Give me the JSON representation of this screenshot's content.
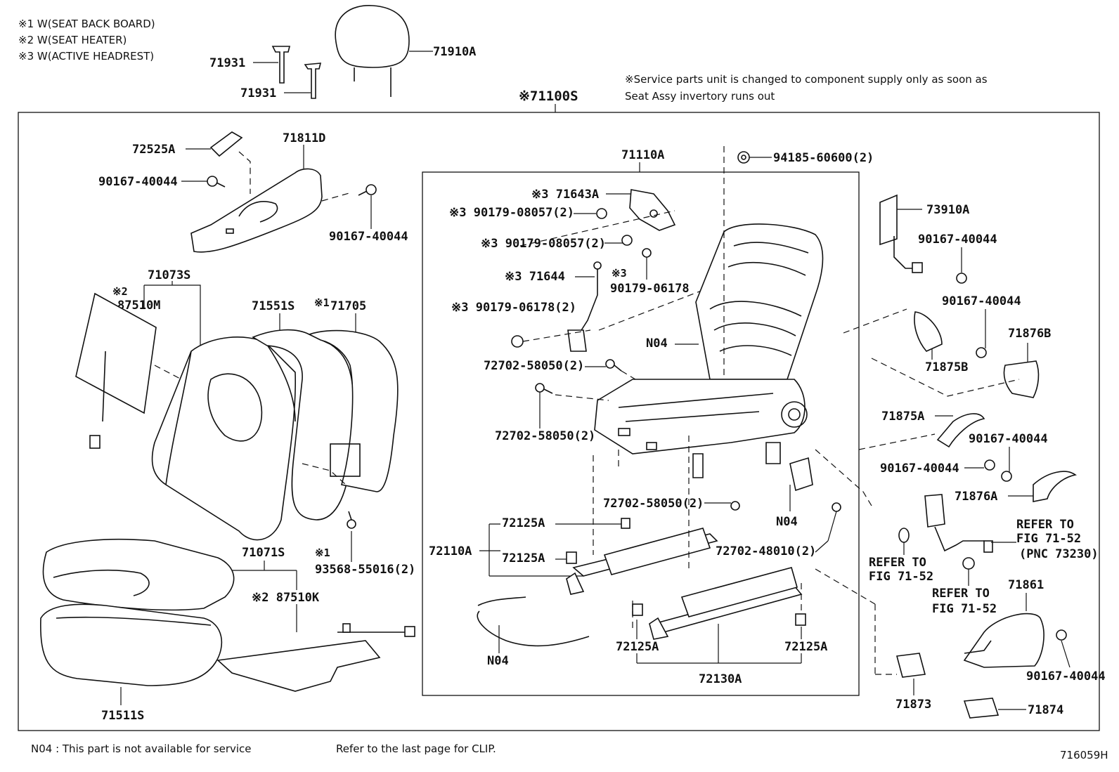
{
  "legend": [
    "※1 W(SEAT BACK BOARD)",
    "※2 W(SEAT HEATER)",
    "※3 W(ACTIVE HEADREST)"
  ],
  "service_note": [
    "※Service parts unit is changed to component supply only as soon as",
    "Seat Assy invertory runs out"
  ],
  "assembly_label": "※71100S",
  "parts": {
    "p71910A": "71910A",
    "p71931a": "71931",
    "p71931b": "71931",
    "p72525A": "72525A",
    "p71811D": "71811D",
    "p90167_40044_a": "90167-40044",
    "p90167_40044_b": "90167-40044",
    "p71073S": "71073S",
    "m87510M": "※2",
    "p87510M": "87510M",
    "p71551S": "71551S",
    "m71705": "※1",
    "p71705": "71705",
    "m93568": "※1",
    "p93568": "93568-55016(2)",
    "p71071S": "71071S",
    "p87510K": "※2 87510K",
    "p71511S": "71511S",
    "p71110A": "71110A",
    "p94185": "94185-60600(2)",
    "p71643A": "※3 71643A",
    "p90179_08057_a": "※3 90179-08057(2)",
    "p90179_08057_b": "※3 90179-08057(2)",
    "p71644": "※3 71644",
    "m90179_06178_a": "※3",
    "p90179_06178_a": "90179-06178",
    "p90179_06178_b": "※3 90179-06178(2)",
    "pN04_a": "N04",
    "p72702_58050_a": "72702-58050(2)",
    "p72702_58050_b": "72702-58050(2)",
    "p72702_58050_c": "72702-58050(2)",
    "pN04_b": "N04",
    "p72702_48010": "72702-48010(2)",
    "p72125A_a": "72125A",
    "p72110A": "72110A",
    "p72125A_b": "72125A",
    "pN04_c": "N04",
    "p72125A_c": "72125A",
    "p72125A_d": "72125A",
    "p72130A": "72130A",
    "p73910A": "73910A",
    "p90167_40044_c": "90167-40044",
    "p90167_40044_d": "90167-40044",
    "p71876B": "71876B",
    "p71875B": "71875B",
    "p71875A": "71875A",
    "p90167_40044_e": "90167-40044",
    "p90167_40044_f": "90167-40044",
    "p71876A": "71876A",
    "ref1": [
      "REFER TO",
      "FIG 71-52",
      "(PNC 73230)"
    ],
    "ref2": [
      "REFER TO",
      "FIG 71-52"
    ],
    "ref3": [
      "REFER TO",
      "FIG 71-52"
    ],
    "p71861": "71861",
    "p90167_40044_g": "90167-40044",
    "p71873": "71873",
    "p71874": "71874"
  },
  "footer": {
    "n04_note": "N04 : This part is not available for service",
    "clip_note": "Refer to the last page for CLIP.",
    "figure_id": "716059H"
  }
}
